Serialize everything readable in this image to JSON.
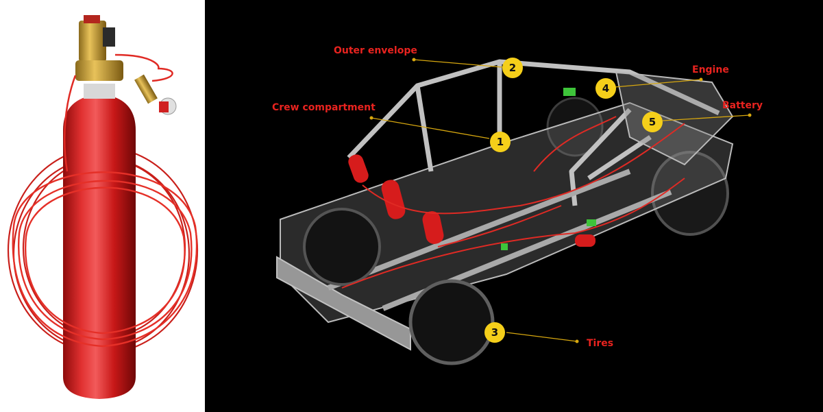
{
  "colors": {
    "label": "#e8231f",
    "marker_fill": "#f5cf1a",
    "leader_line": "#d8a80f",
    "background_dark": "#000000",
    "cylinder_red": "#d61c1c",
    "tubing_red": "#e02a24",
    "frame_gray": "#c8c8c8"
  },
  "illustration": {
    "left": "fire-suppression-cylinder-with-detection-tube",
    "right": "vehicle-chassis-with-suppression-system"
  },
  "callouts": [
    {
      "number": "1",
      "label": "Crew compartment"
    },
    {
      "number": "2",
      "label": "Outer envelope"
    },
    {
      "number": "3",
      "label": "Tires"
    },
    {
      "number": "4",
      "label": "Engine"
    },
    {
      "number": "5",
      "label": "Battery"
    }
  ]
}
